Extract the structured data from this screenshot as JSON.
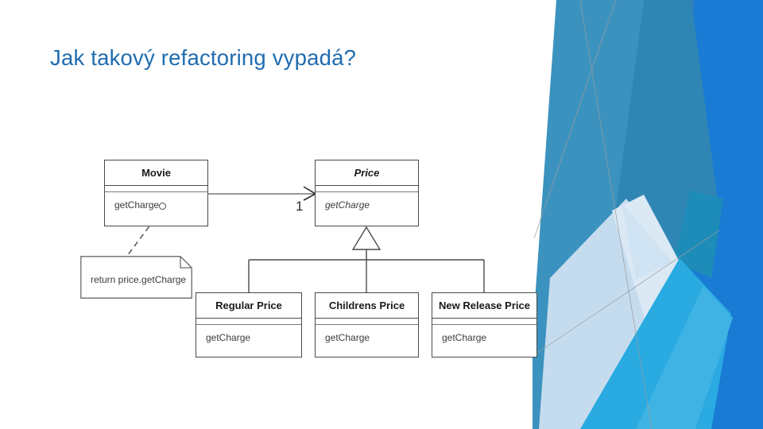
{
  "slide": {
    "title": "Jak takový refactoring vypadá?",
    "title_color": "#1f6cb0",
    "background_color": "#ffffff"
  },
  "diagram": {
    "kind": "uml-class-diagram",
    "classes": [
      {
        "id": "movie",
        "name": "Movie",
        "abstract": false,
        "operations": [
          "getCharge"
        ],
        "has_interface_lollipop": true
      },
      {
        "id": "price",
        "name": "Price",
        "abstract": true,
        "operations": [
          "getCharge"
        ],
        "has_interface_lollipop": false
      },
      {
        "id": "regular-price",
        "name": "Regular Price",
        "abstract": false,
        "operations": [
          "getCharge"
        ],
        "has_interface_lollipop": false
      },
      {
        "id": "childrens-price",
        "name": "Childrens Price",
        "abstract": false,
        "operations": [
          "getCharge"
        ],
        "has_interface_lollipop": false
      },
      {
        "id": "new-release-price",
        "name": "New Release Price",
        "abstract": false,
        "operations": [
          "getCharge"
        ],
        "has_interface_lollipop": false
      }
    ],
    "note": {
      "text": "return price.getCharge",
      "attached_to": "movie.getCharge"
    },
    "association": {
      "from": "movie",
      "to": "price",
      "multiplicity": "1",
      "arrow": "open"
    },
    "generalization": {
      "parent": "price",
      "children": [
        "regular-price",
        "childrens-price",
        "new-release-price"
      ],
      "arrow": "hollow-triangle"
    },
    "stroke_color": "#4a4a4a"
  },
  "decor": {
    "name": "facet-polygon-artwork",
    "colors": {
      "teal": "#3c92bf",
      "teal_dark": "#2f86b4",
      "blue": "#2b7bc9",
      "blue_strong": "#1a7bd4",
      "cyan": "#29abe2",
      "cyan_light": "#3fb3e3",
      "pale": "#c5dcef",
      "pale_light": "#dbe9f5",
      "line": "#9a9a9a"
    }
  }
}
